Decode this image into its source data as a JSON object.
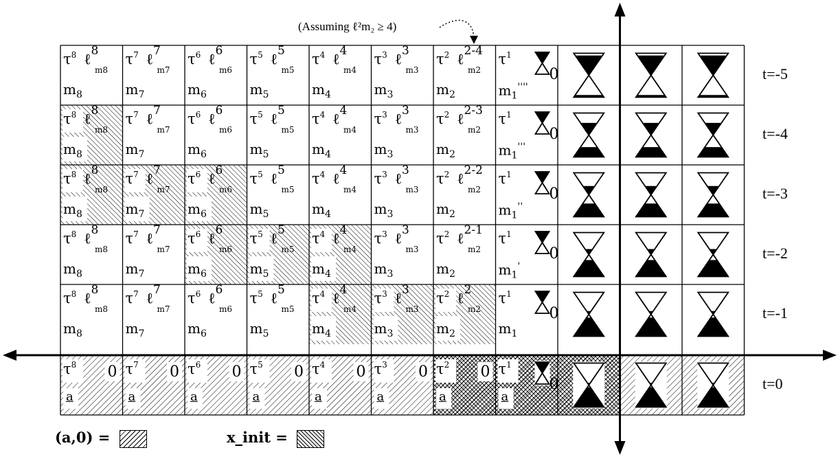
{
  "assumption": "(Assuming ℓ²m₂ ≥ 4)",
  "legend": {
    "a0_label": "(a,0) =",
    "xinit_label": "x_init ="
  },
  "row_labels": [
    "t=-5",
    "t=-4",
    "t=-3",
    "t=-2",
    "t=-1",
    "t=0"
  ],
  "rows": [
    {
      "cells": [
        {
          "tau": "8",
          "ell": "8",
          "ell_sub": "m8",
          "m": "m",
          "m_sub": "8",
          "m_prime": ""
        },
        {
          "tau": "7",
          "ell": "7",
          "ell_sub": "m7",
          "m": "m",
          "m_sub": "7",
          "m_prime": ""
        },
        {
          "tau": "6",
          "ell": "6",
          "ell_sub": "m6",
          "m": "m",
          "m_sub": "6",
          "m_prime": ""
        },
        {
          "tau": "5",
          "ell": "5",
          "ell_sub": "m5",
          "m": "m",
          "m_sub": "5",
          "m_prime": ""
        },
        {
          "tau": "4",
          "ell": "4",
          "ell_sub": "m4",
          "m": "m",
          "m_sub": "4",
          "m_prime": ""
        },
        {
          "tau": "3",
          "ell": "3",
          "ell_sub": "m3",
          "m": "m",
          "m_sub": "3",
          "m_prime": ""
        },
        {
          "tau": "2",
          "ell": "2-4",
          "ell_sub": "m2",
          "m": "m",
          "m_sub": "2",
          "m_prime": ""
        },
        {
          "tau": "1",
          "hourglass": "0",
          "m": "m",
          "m_sub": "1",
          "m_prime": "''''"
        }
      ]
    },
    {
      "cells": [
        {
          "tau": "8",
          "ell": "8",
          "ell_sub": "m8",
          "m": "m",
          "m_sub": "8",
          "m_prime": ""
        },
        {
          "tau": "7",
          "ell": "7",
          "ell_sub": "m7",
          "m": "m",
          "m_sub": "7",
          "m_prime": ""
        },
        {
          "tau": "6",
          "ell": "6",
          "ell_sub": "m6",
          "m": "m",
          "m_sub": "6",
          "m_prime": ""
        },
        {
          "tau": "5",
          "ell": "5",
          "ell_sub": "m5",
          "m": "m",
          "m_sub": "5",
          "m_prime": ""
        },
        {
          "tau": "4",
          "ell": "4",
          "ell_sub": "m4",
          "m": "m",
          "m_sub": "4",
          "m_prime": ""
        },
        {
          "tau": "3",
          "ell": "3",
          "ell_sub": "m3",
          "m": "m",
          "m_sub": "3",
          "m_prime": ""
        },
        {
          "tau": "2",
          "ell": "2-3",
          "ell_sub": "m2",
          "m": "m",
          "m_sub": "2",
          "m_prime": ""
        },
        {
          "tau": "1",
          "hourglass": "0",
          "m": "m",
          "m_sub": "1",
          "m_prime": "'''"
        }
      ]
    },
    {
      "cells": [
        {
          "tau": "8",
          "ell": "8",
          "ell_sub": "m8",
          "m": "m",
          "m_sub": "8",
          "m_prime": ""
        },
        {
          "tau": "7",
          "ell": "7",
          "ell_sub": "m7",
          "m": "m",
          "m_sub": "7",
          "m_prime": ""
        },
        {
          "tau": "6",
          "ell": "6",
          "ell_sub": "m6",
          "m": "m",
          "m_sub": "6",
          "m_prime": ""
        },
        {
          "tau": "5",
          "ell": "5",
          "ell_sub": "m5",
          "m": "m",
          "m_sub": "5",
          "m_prime": ""
        },
        {
          "tau": "4",
          "ell": "4",
          "ell_sub": "m4",
          "m": "m",
          "m_sub": "4",
          "m_prime": ""
        },
        {
          "tau": "3",
          "ell": "3",
          "ell_sub": "m3",
          "m": "m",
          "m_sub": "3",
          "m_prime": ""
        },
        {
          "tau": "2",
          "ell": "2-2",
          "ell_sub": "m2",
          "m": "m",
          "m_sub": "2",
          "m_prime": ""
        },
        {
          "tau": "1",
          "hourglass": "0",
          "m": "m",
          "m_sub": "1",
          "m_prime": "''"
        }
      ]
    },
    {
      "cells": [
        {
          "tau": "8",
          "ell": "8",
          "ell_sub": "m8",
          "m": "m",
          "m_sub": "8",
          "m_prime": ""
        },
        {
          "tau": "7",
          "ell": "7",
          "ell_sub": "m7",
          "m": "m",
          "m_sub": "7",
          "m_prime": ""
        },
        {
          "tau": "6",
          "ell": "6",
          "ell_sub": "m6",
          "m": "m",
          "m_sub": "6",
          "m_prime": ""
        },
        {
          "tau": "5",
          "ell": "5",
          "ell_sub": "m5",
          "m": "m",
          "m_sub": "5",
          "m_prime": ""
        },
        {
          "tau": "4",
          "ell": "4",
          "ell_sub": "m4",
          "m": "m",
          "m_sub": "4",
          "m_prime": ""
        },
        {
          "tau": "3",
          "ell": "3",
          "ell_sub": "m3",
          "m": "m",
          "m_sub": "3",
          "m_prime": ""
        },
        {
          "tau": "2",
          "ell": "2-1",
          "ell_sub": "m2",
          "m": "m",
          "m_sub": "2",
          "m_prime": ""
        },
        {
          "tau": "1",
          "hourglass": "0",
          "m": "m",
          "m_sub": "1",
          "m_prime": "'"
        }
      ]
    },
    {
      "cells": [
        {
          "tau": "8",
          "ell": "8",
          "ell_sub": "m8",
          "m": "m",
          "m_sub": "8",
          "m_prime": ""
        },
        {
          "tau": "7",
          "ell": "7",
          "ell_sub": "m7",
          "m": "m",
          "m_sub": "7",
          "m_prime": ""
        },
        {
          "tau": "6",
          "ell": "6",
          "ell_sub": "m6",
          "m": "m",
          "m_sub": "6",
          "m_prime": ""
        },
        {
          "tau": "5",
          "ell": "5",
          "ell_sub": "m5",
          "m": "m",
          "m_sub": "5",
          "m_prime": ""
        },
        {
          "tau": "4",
          "ell": "4",
          "ell_sub": "m4",
          "m": "m",
          "m_sub": "4",
          "m_prime": ""
        },
        {
          "tau": "3",
          "ell": "3",
          "ell_sub": "m3",
          "m": "m",
          "m_sub": "3",
          "m_prime": ""
        },
        {
          "tau": "2",
          "ell": "2",
          "ell_sub": "m2",
          "m": "m",
          "m_sub": "2",
          "m_prime": ""
        },
        {
          "tau": "1",
          "hourglass": "0",
          "m": "m",
          "m_sub": "1",
          "m_prime": ""
        }
      ]
    },
    {
      "cells": [
        {
          "tau": "8",
          "zero": "0",
          "a": "a"
        },
        {
          "tau": "7",
          "zero": "0",
          "a": "a"
        },
        {
          "tau": "6",
          "zero": "0",
          "a": "a"
        },
        {
          "tau": "5",
          "zero": "0",
          "a": "a"
        },
        {
          "tau": "4",
          "zero": "0",
          "a": "a"
        },
        {
          "tau": "3",
          "zero": "0",
          "a": "a"
        },
        {
          "tau": "2",
          "zero": "0",
          "a": "a"
        },
        {
          "tau": "1",
          "hourglass": "0",
          "a": "a"
        }
      ]
    }
  ],
  "hourglass_fill_levels": [
    [
      0.0,
      0.1,
      0.1,
      0.1
    ],
    [
      0.0,
      0.45,
      0.45,
      0.45
    ],
    [
      0.0,
      0.6,
      0.6,
      0.6
    ],
    [
      0.0,
      0.75,
      0.75,
      0.75
    ],
    [
      0.0,
      0.85,
      0.85,
      0.85
    ],
    [
      0.0,
      0.9,
      0.9,
      0.9
    ]
  ],
  "shading": {
    "xinit_cells": [
      [
        1,
        0
      ],
      [
        2,
        0
      ],
      [
        2,
        1
      ],
      [
        2,
        2
      ],
      [
        3,
        2
      ],
      [
        3,
        3
      ],
      [
        3,
        4
      ],
      [
        4,
        4
      ],
      [
        4,
        5
      ],
      [
        4,
        6
      ]
    ],
    "a0_cells": [
      [
        5,
        0
      ],
      [
        5,
        1
      ],
      [
        5,
        2
      ],
      [
        5,
        3
      ],
      [
        5,
        4
      ],
      [
        5,
        5
      ],
      [
        5,
        6
      ],
      [
        5,
        7
      ],
      [
        5,
        8
      ],
      [
        5,
        9
      ],
      [
        5,
        10
      ]
    ],
    "crosshatch_cells": [
      [
        5,
        6
      ],
      [
        5,
        7
      ],
      [
        5,
        8
      ]
    ]
  },
  "colors": {
    "line": "#000000",
    "hatch": "#000000"
  }
}
